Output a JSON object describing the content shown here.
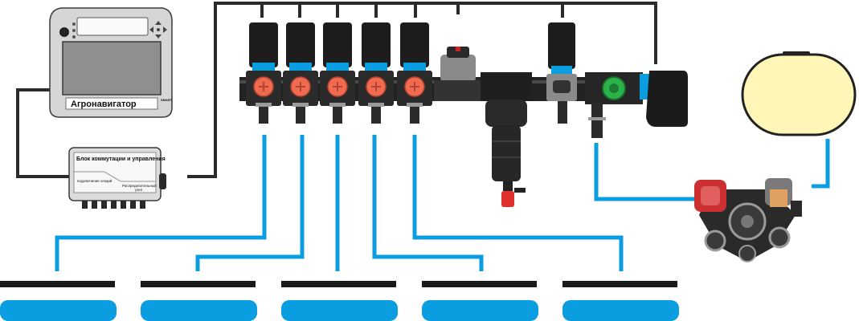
{
  "navigator": {
    "title": "Агронавигатор",
    "badge": "SMART"
  },
  "control_unit": {
    "title": "Блок коммутации и управления",
    "left_label": "подключение секций",
    "right_label_line1": "Распределительный",
    "right_label_line2": "узел"
  },
  "colors": {
    "hydraulic": "#0a9ee0",
    "cable": "#333333",
    "valve_body": "#1c1c1c",
    "valve_knob": "#f06a50",
    "tank": "#fff6b8",
    "boom_bar": "#1a1a1a",
    "pressure_valve": "#2bb34a"
  },
  "sections": [
    {
      "id": 1
    },
    {
      "id": 2
    },
    {
      "id": 3
    },
    {
      "id": 4
    },
    {
      "id": 5
    }
  ]
}
